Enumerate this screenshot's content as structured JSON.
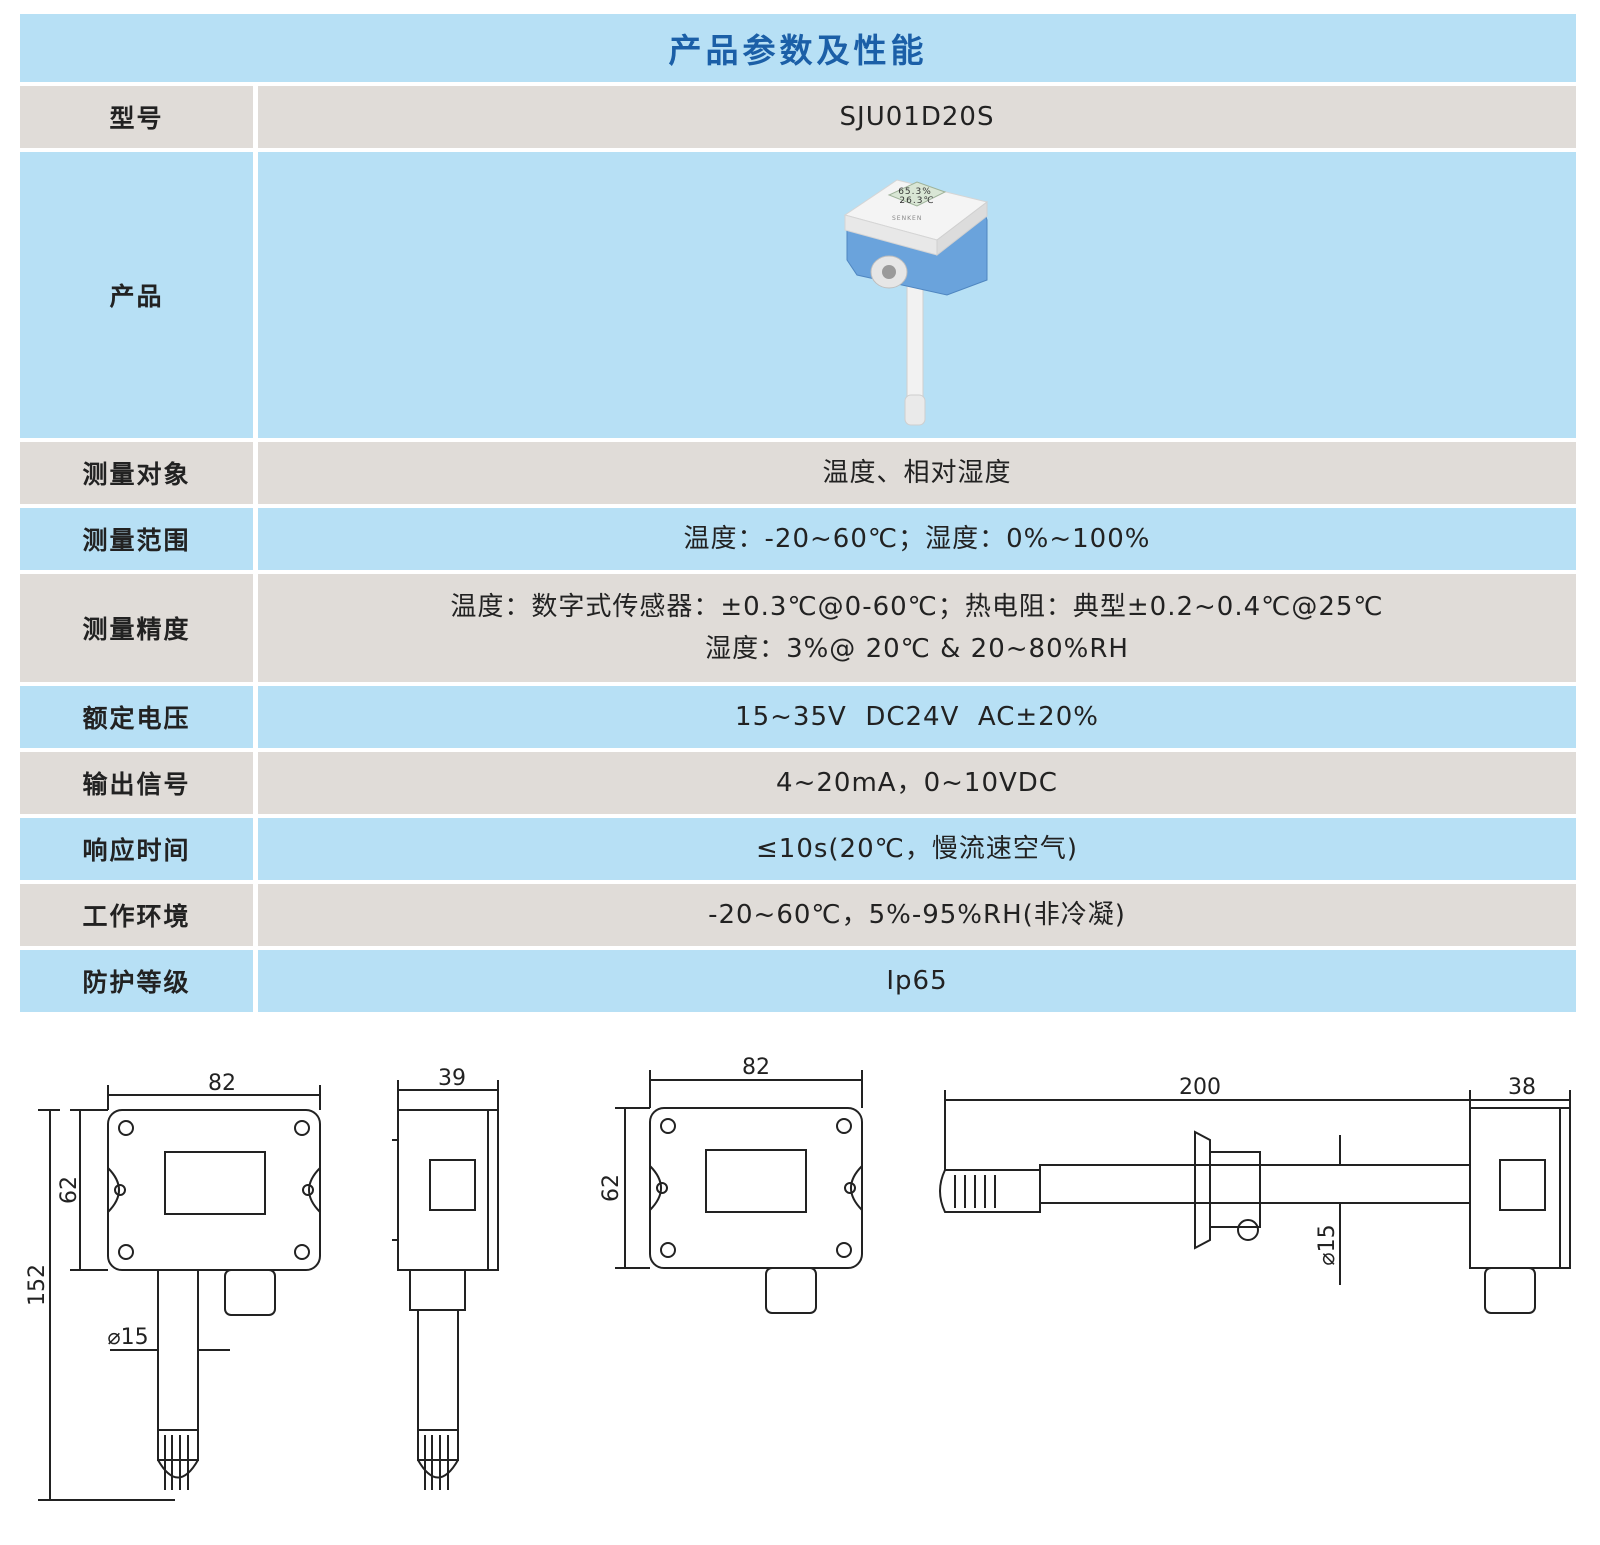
{
  "title": "产品参数及性能",
  "rows": [
    {
      "label": "型号",
      "value": "SJU01D20S"
    },
    {
      "label": "产品"
    },
    {
      "label": "测量对象",
      "value": "温度、相对湿度"
    },
    {
      "label": "测量范围",
      "value": "温度：-20~60℃；湿度：0%~100%"
    },
    {
      "label": "测量精度",
      "value": "温度：数字式传感器：±0.3℃@0-60℃；热电阻：典型±0.2~0.4℃@25℃",
      "value2": "湿度：3%@ 20℃ & 20~80%RH"
    },
    {
      "label": "额定电压",
      "value": "15~35V  DC24V  AC±20%"
    },
    {
      "label": "输出信号",
      "value": "4~20mA，0~10VDC"
    },
    {
      "label": "响应时间",
      "value": "≤10s(20℃，慢流速空气)"
    },
    {
      "label": "工作环境",
      "value": "-20~60℃，5%-95%RH(非冷凝)"
    },
    {
      "label": "防护等级",
      "value": "Ip65"
    }
  ],
  "product_screen": {
    "line1": "65.3%",
    "line2": "26.3℃",
    "brand": "SENKEN"
  },
  "drawing_dims": {
    "front_width": "82",
    "front_height_box": "62",
    "front_total_height": "152",
    "probe_diameter": "⌀15",
    "side_depth": "39",
    "duct_width": "82",
    "duct_height": "62",
    "probe_length": "200",
    "box_depth": "38",
    "probe_diameter_2": "⌀15"
  }
}
